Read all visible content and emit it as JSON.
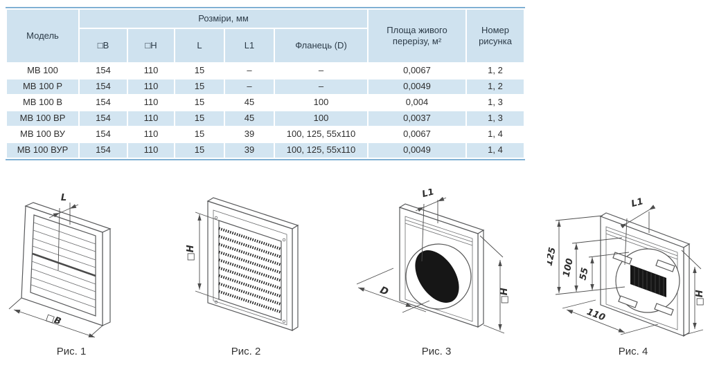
{
  "table": {
    "headers": {
      "model": "Модель",
      "dimensions_group": "Розміри, мм",
      "col_b": "□B",
      "col_h": "□H",
      "col_l": "L",
      "col_l1": "L1",
      "col_flange": "Фланець (D)",
      "col_area": "Площа живого перерізу, м²",
      "col_figure": "Номер рисунка"
    },
    "rows": [
      {
        "model": "МВ 100",
        "b": "154",
        "h": "110",
        "l": "15",
        "l1": "–",
        "flange": "–",
        "area": "0,0067",
        "figure": "1, 2"
      },
      {
        "model": "МВ 100 Р",
        "b": "154",
        "h": "110",
        "l": "15",
        "l1": "–",
        "flange": "–",
        "area": "0,0049",
        "figure": "1, 2"
      },
      {
        "model": "МВ 100 В",
        "b": "154",
        "h": "110",
        "l": "15",
        "l1": "45",
        "flange": "100",
        "area": "0,004",
        "figure": "1, 3"
      },
      {
        "model": "МВ 100 ВР",
        "b": "154",
        "h": "110",
        "l": "15",
        "l1": "45",
        "flange": "100",
        "area": "0,0037",
        "figure": "1, 3"
      },
      {
        "model": "МВ 100 ВУ",
        "b": "154",
        "h": "110",
        "l": "15",
        "l1": "39",
        "flange": "100, 125, 55x110",
        "area": "0,0067",
        "figure": "1, 4"
      },
      {
        "model": "МВ 100 ВУР",
        "b": "154",
        "h": "110",
        "l": "15",
        "l1": "39",
        "flange": "100, 125, 55x110",
        "area": "0,0049",
        "figure": "1, 4"
      }
    ]
  },
  "figures": [
    {
      "caption": "Рис. 1",
      "labels": {
        "L": "L",
        "B": "□B"
      }
    },
    {
      "caption": "Рис. 2",
      "labels": {
        "H": "□H"
      }
    },
    {
      "caption": "Рис. 3",
      "labels": {
        "L1": "L1",
        "D": "D",
        "H": "□H"
      }
    },
    {
      "caption": "Рис. 4",
      "labels": {
        "L1": "L1",
        "d125": "125",
        "d100": "100",
        "d55": "55",
        "d110": "110",
        "H": "□H"
      }
    }
  ],
  "colors": {
    "header_blue": "#cfe2ef",
    "row_blue": "#d3e5f1",
    "accent_line": "#7fb0d3",
    "text": "#333333"
  }
}
